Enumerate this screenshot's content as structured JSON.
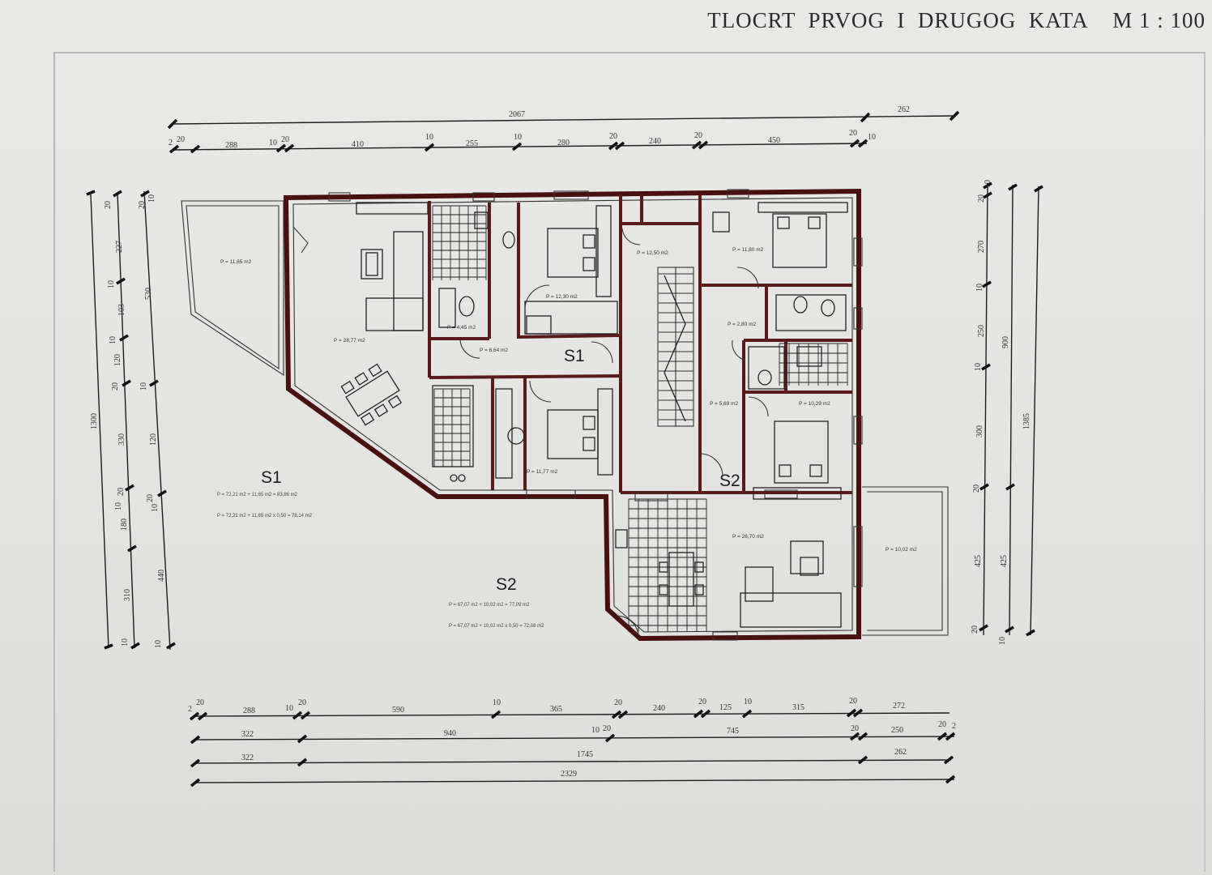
{
  "title": "TLOCRT  PRVOG  I  DRUGOG  KATA    M 1 : 100",
  "colors": {
    "wall": "#4a1010",
    "background": "#e6e6e4",
    "ink": "#1e1e1e"
  },
  "top_dims": {
    "overall": "2067",
    "overall_right": "262",
    "segments": [
      "2",
      "20",
      "288",
      "10",
      "20",
      "410",
      "10",
      "255",
      "10",
      "280",
      "20",
      "240",
      "20",
      "450",
      "20",
      "10"
    ]
  },
  "bottom_dims": {
    "row1": [
      "2",
      "20",
      "288",
      "10",
      "20",
      "590",
      "10",
      "365",
      "20",
      "240",
      "20",
      "125",
      "10",
      "315",
      "20",
      "272"
    ],
    "row2": [
      "322",
      "940",
      "10",
      "20",
      "745",
      "20",
      "250",
      "20",
      "2"
    ],
    "row3": [
      "322",
      "1745",
      "262"
    ],
    "row4": [
      "2329"
    ]
  },
  "left_dims": {
    "outer": [
      "1300"
    ],
    "mid": [
      "20",
      "227",
      "10",
      "103",
      "10",
      "120",
      "20",
      "330",
      "20",
      "10",
      "180",
      "310",
      "10"
    ],
    "inner": [
      "20",
      "10",
      "530",
      "10",
      "120",
      "20",
      "10",
      "440",
      "10"
    ]
  },
  "right_dims": {
    "inner": [
      "20",
      "10",
      "270",
      "10",
      "250",
      "10",
      "300",
      "20",
      "425",
      "20"
    ],
    "mid": [
      "900",
      "425",
      "10"
    ],
    "outer": [
      "1385"
    ]
  },
  "units": {
    "s1_top": "S1",
    "s2_mid": "S2",
    "s1_label": "S1",
    "s1_area1": "P = 72,21 m2 + 11,65 m2 = 83,86 m2",
    "s1_area2": "P = 72,21 m2 + 11,65 m2 x 0,50 = 78,14 m2",
    "s2_label": "S2",
    "s2_area1": "P = 67,07 m2 + 10,02 m2 = 77,09 m2",
    "s2_area2": "P = 67,07 m2 + 10,02 m2 x 0,50 = 72,08 m2"
  },
  "rooms": {
    "terrace_left": "P = 11,65 m2",
    "living_s1": "P = 28,77 m2",
    "bath_s1": "P = 4,45 m2",
    "bed1_s1": "P = 12,30 m2",
    "hall_s1": "P = 6,64 m2",
    "bed2_s1": "P = 11,77 m2",
    "stair": "P = 12,50 m2",
    "bed1_s2": "P = 11,80 m2",
    "bath_s2": "P = 2,80 m2",
    "hall_s2": "P = 5,69 m2",
    "bed2_s2": "P = 10,29 m2",
    "living_s2": "P = 26,70 m2",
    "terrace_right": "P = 10,02 m2"
  }
}
